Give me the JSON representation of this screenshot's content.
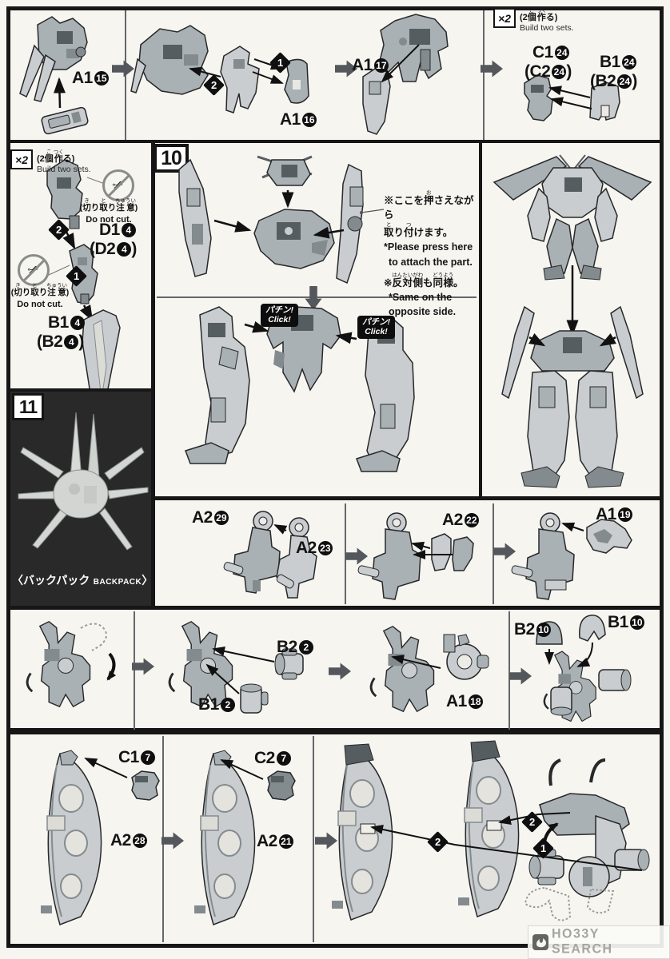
{
  "colors": {
    "paper": "#f6f5f0",
    "ink": "#141414",
    "part_light": "#c9cdcf",
    "part_mid": "#aab1b4",
    "part_dark": "#848b8f",
    "arrow_gray": "#54585c",
    "photo_panel_bg": "#292929"
  },
  "icons": {
    "scissors": "✂"
  },
  "shared": {
    "mult": {
      "x": "×2",
      "pre": "(2",
      "k1": "個",
      "f1": "こ",
      "k2": "作",
      "f2": "つく",
      "post": "る)",
      "en": "Build two sets."
    },
    "warn": {
      "pre": "(",
      "k1": "切",
      "f1": "き",
      "m1": "り",
      "k2": "取",
      "f2": "と",
      "m2": "り",
      "k3": "注意",
      "f3": "ちゅうい",
      "post": ")",
      "en": "Do not cut."
    }
  },
  "top": {
    "p1": {
      "label": {
        "t": "A1",
        "n": "15"
      }
    },
    "p2": {
      "label": {
        "t": "A1",
        "n": "16"
      },
      "d1": "1",
      "d2": "2"
    },
    "p3": {
      "label": {
        "t": "A1",
        "n": "17"
      }
    },
    "p4": {
      "l1": {
        "t": "C1",
        "n": "24"
      },
      "l2": {
        "t": "(C2",
        "n": "24",
        "p": ")"
      },
      "l3": {
        "t": "B1",
        "n": "24"
      },
      "l4": {
        "t": "(B2",
        "n": "24",
        "p": ")"
      }
    }
  },
  "cut": {
    "d1": "1",
    "d2": "2",
    "l1": {
      "t": "D1",
      "n": "4"
    },
    "l2": {
      "t": "(D2",
      "n": "4",
      "p": ")"
    },
    "l3": {
      "t": "B1",
      "n": "4"
    },
    "l4": {
      "t": "(B2",
      "n": "4",
      "p": ")"
    }
  },
  "s10": {
    "num": "10",
    "ann": {
      "l1pre": "※ここを",
      "l1k": "押",
      "l1f": "お",
      "l1post": "さえながら",
      "l2k1": "取",
      "l2f1": "と",
      "l2m": "り",
      "l2k2": "付",
      "l2f2": "つ",
      "l2post": "けます。",
      "l3": "*Please press here",
      "l4": "to attach the part.",
      "l5pre": "※",
      "l5k1": "反対側",
      "l5f1": "はんたいがわ",
      "l5m": "も",
      "l5k2": "同様",
      "l5f2": "どうよう",
      "l5post": "。",
      "l6": "*Same on the",
      "l7": "opposite side."
    },
    "click_jp": "パチン!",
    "click_en": "Click!"
  },
  "s11": {
    "num": "11",
    "cap_open": "〈",
    "cap_jp": "バックパック",
    "cap_en": "BACKPACK",
    "cap_close": "〉"
  },
  "r3": {
    "l1": {
      "t": "A2",
      "n": "29"
    },
    "l2": {
      "t": "A2",
      "n": "23"
    },
    "l3": {
      "t": "A2",
      "n": "22"
    },
    "l4": {
      "t": "A1",
      "n": "19"
    }
  },
  "r4": {
    "l1": {
      "t": "B2",
      "n": "2"
    },
    "l2": {
      "t": "B1",
      "n": "2"
    },
    "l3": {
      "t": "A1",
      "n": "18"
    },
    "l4": {
      "t": "B2",
      "n": "10"
    },
    "l5": {
      "t": "B1",
      "n": "10"
    }
  },
  "r5": {
    "l1": {
      "t": "C1",
      "n": "7"
    },
    "l2": {
      "t": "A2",
      "n": "28"
    },
    "l3": {
      "t": "C2",
      "n": "7"
    },
    "l4": {
      "t": "A2",
      "n": "21"
    },
    "d2a": "2",
    "d2b": "2",
    "d1": "1"
  },
  "watermark": {
    "text": "HO33Y SEARCH"
  }
}
